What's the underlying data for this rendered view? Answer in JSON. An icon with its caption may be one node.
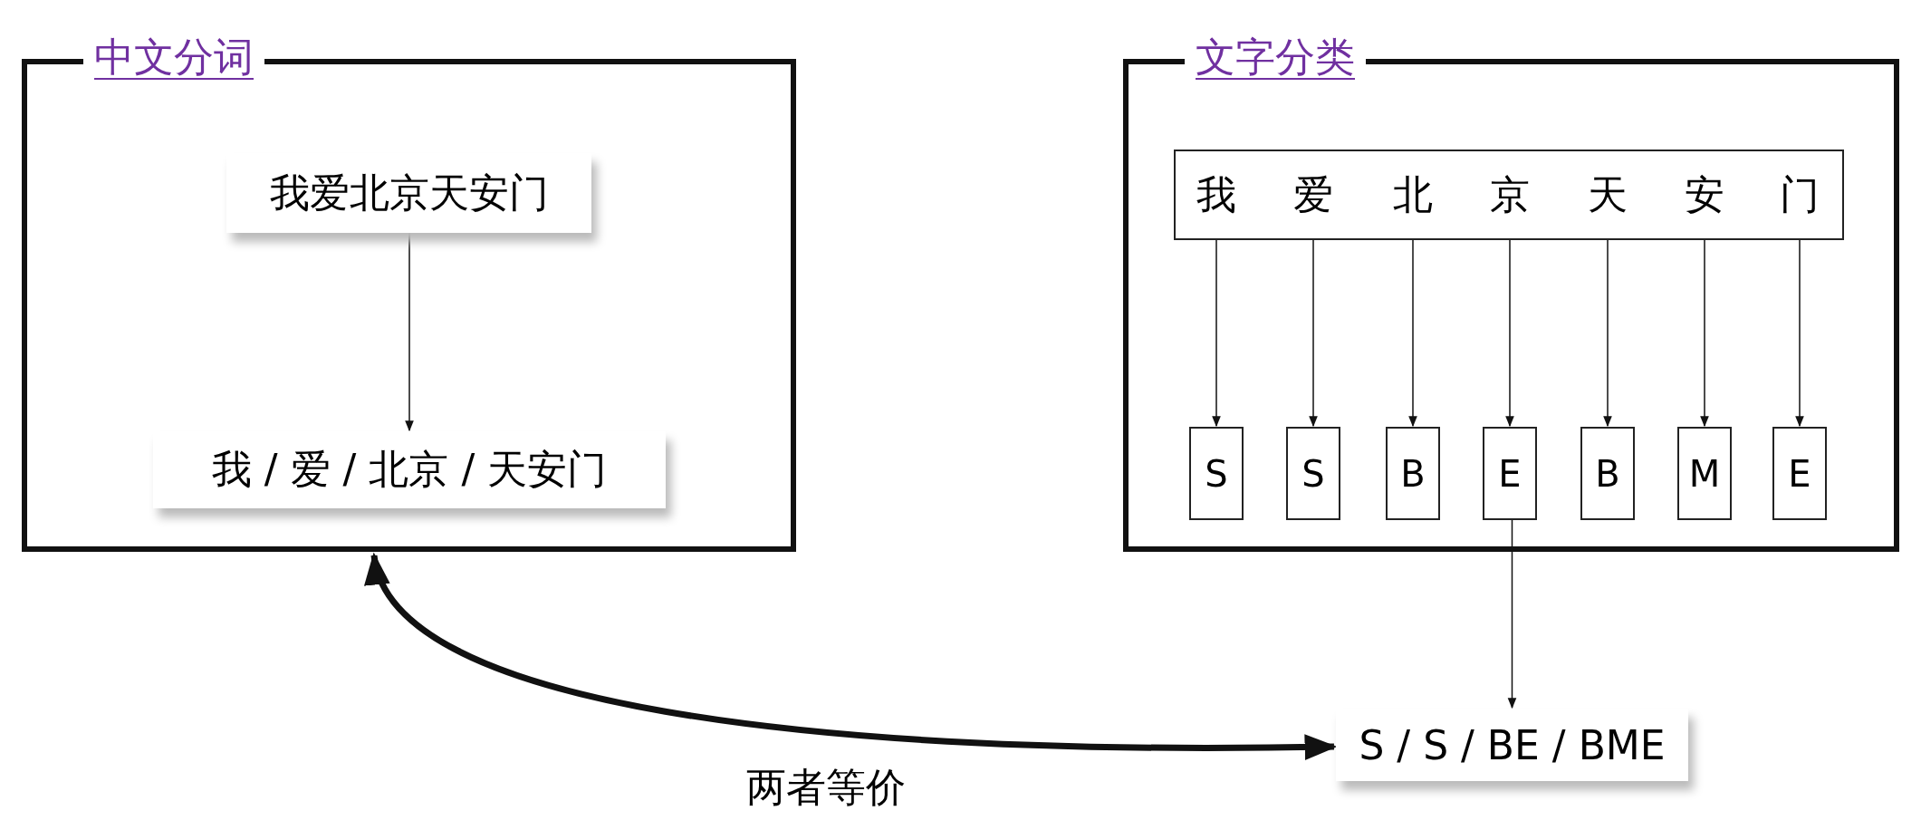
{
  "diagram": {
    "nodes": [
      {
        "text": [
          "中文分词"
        ]
      },
      {
        "text": [
          "我爱北京天安门"
        ],
        "in": 0
      },
      {
        "text": [
          "我 / 爱 / 北京 / 天安门"
        ],
        "in": 0
      },
      {
        "text": [
          "文字分类"
        ]
      },
      {
        "text": [],
        "shape": "box",
        "in": 3
      },
      {
        "text": [
          "我"
        ],
        "in": 4
      },
      {
        "text": [
          "爱"
        ],
        "in": 4
      },
      {
        "text": [
          "北"
        ],
        "in": 4
      },
      {
        "text": [
          "京"
        ],
        "in": 4
      },
      {
        "text": [
          "天"
        ],
        "in": 4
      },
      {
        "text": [
          "安"
        ],
        "in": 4
      },
      {
        "text": [
          "门"
        ],
        "in": 4
      },
      {
        "text": [
          "S"
        ],
        "in": 3
      },
      {
        "text": [
          "S"
        ],
        "in": 3
      },
      {
        "text": [
          "B"
        ],
        "in": 3
      },
      {
        "text": [
          "E"
        ],
        "in": 3
      },
      {
        "text": [
          "B"
        ],
        "in": 3
      },
      {
        "text": [
          "M"
        ],
        "in": 3
      },
      {
        "text": [
          "E"
        ],
        "in": 3
      },
      {
        "text": [
          "S / S / BE / BME"
        ]
      }
    ],
    "edges": [
      {
        "from": 1,
        "to": 2,
        "arrow": "to"
      },
      {
        "from": 5,
        "to": 12,
        "arrow": "to"
      },
      {
        "from": 6,
        "to": 13,
        "arrow": "to"
      },
      {
        "from": 7,
        "to": 14,
        "arrow": "to"
      },
      {
        "from": 8,
        "to": 15,
        "arrow": "to"
      },
      {
        "from": 9,
        "to": 16,
        "arrow": "to"
      },
      {
        "from": 10,
        "to": 17,
        "arrow": "to"
      },
      {
        "from": 11,
        "to": 18,
        "arrow": "to"
      },
      {
        "from": 15,
        "to": 19,
        "arrow": "to"
      },
      {
        "from": 0,
        "to": 19,
        "arrow": "both",
        "label": "两者等价",
        "style": "thick"
      }
    ]
  }
}
